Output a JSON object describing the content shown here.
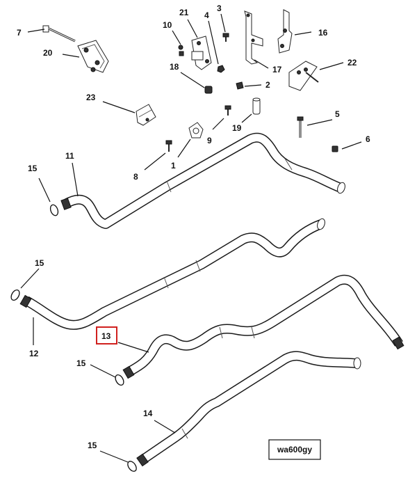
{
  "callouts": {
    "c1": "1",
    "c2": "2",
    "c3": "3",
    "c4": "4",
    "c5": "5",
    "c6": "6",
    "c7": "7",
    "c8": "8",
    "c9": "9",
    "c10": "10",
    "c11": "11",
    "c12": "12",
    "c13": "13",
    "c14": "14",
    "c15a": "15",
    "c15b": "15",
    "c15c": "15",
    "c15d": "15",
    "c16": "16",
    "c17": "17",
    "c18": "18",
    "c19": "19",
    "c20": "20",
    "c21": "21",
    "c22": "22",
    "c23": "23"
  },
  "highlighted_callout": "13",
  "highlight_color": "#d0201e",
  "reference_code": "wa600gy"
}
